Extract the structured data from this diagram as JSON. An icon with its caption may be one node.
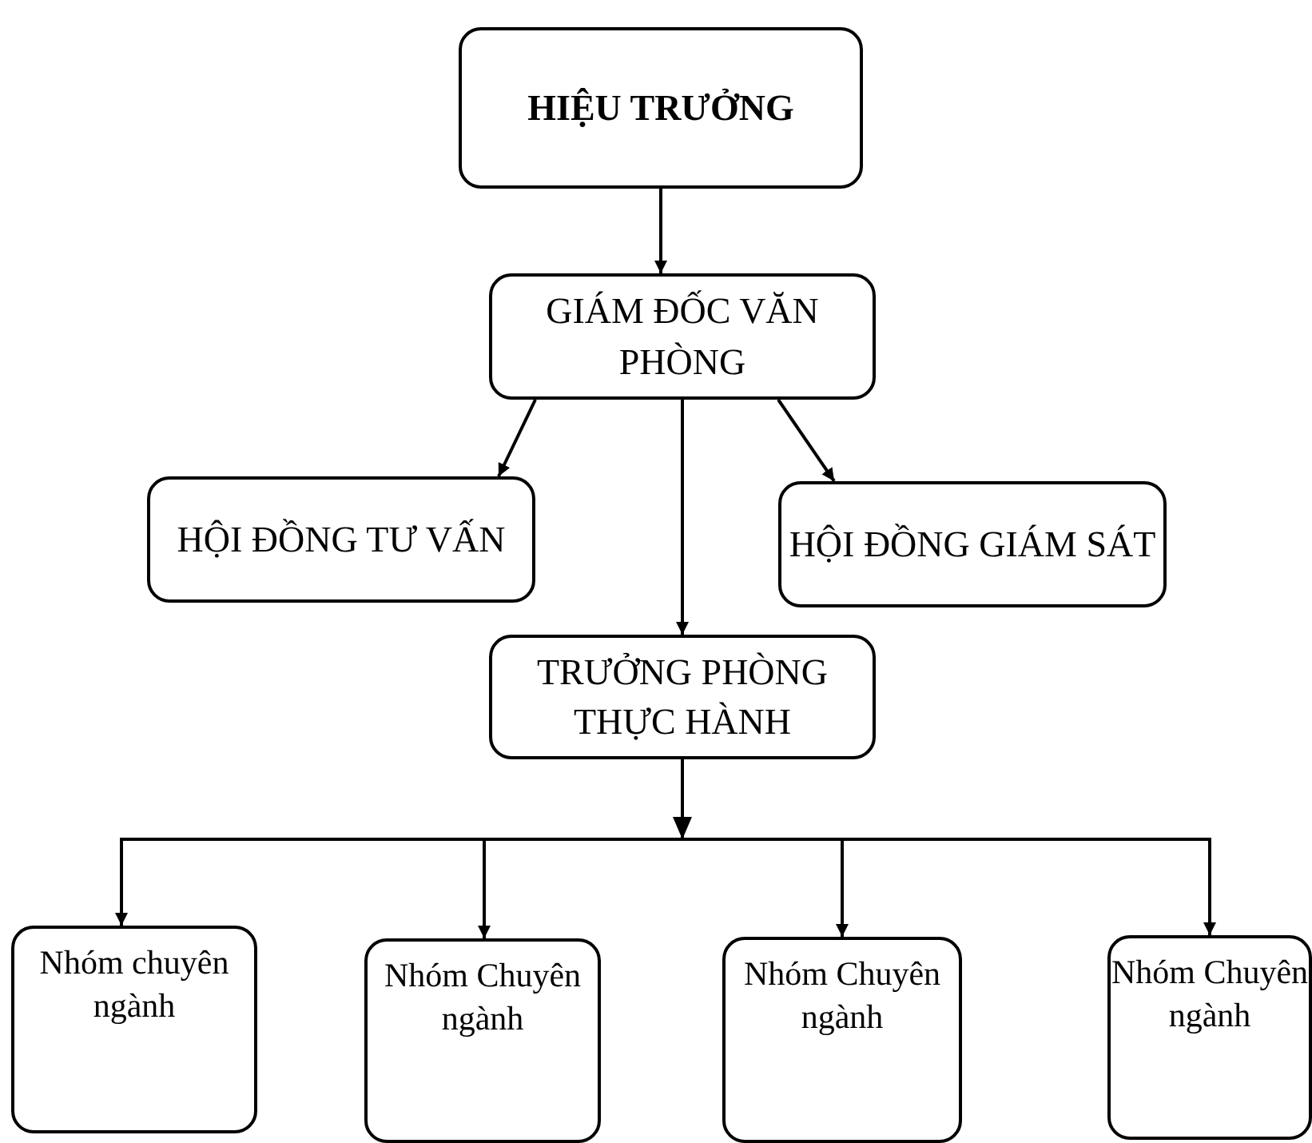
{
  "diagram": {
    "nodes": [
      {
        "text": [
          "HIỆU TRƯỞNG"
        ]
      },
      {
        "text": [
          "GIÁM ĐỐC VĂN PHÒNG"
        ]
      },
      {
        "text": [
          "HỘI ĐỒNG TƯ VẤN"
        ]
      },
      {
        "text": [
          "HỘI ĐỒNG GIÁM SÁT"
        ]
      },
      {
        "text": [
          "TRƯỞNG PHÒNG THỰC HÀNH"
        ]
      },
      {
        "text": [
          "Nhóm chuyên ngành"
        ]
      },
      {
        "text": [
          "Nhóm Chuyên ngành"
        ]
      },
      {
        "text": [
          "Nhóm Chuyên ngành"
        ]
      },
      {
        "text": [
          "Nhóm Chuyên ngành"
        ]
      }
    ],
    "edges": [
      {
        "from": 0,
        "to": 1,
        "arrow": "to"
      },
      {
        "from": 1,
        "to": 2,
        "arrow": "to"
      },
      {
        "from": 1,
        "to": 3,
        "arrow": "to"
      },
      {
        "from": 1,
        "to": 4,
        "arrow": "to"
      },
      {
        "from": 4,
        "to": 5,
        "arrow": "to"
      },
      {
        "from": 4,
        "to": 6,
        "arrow": "to"
      },
      {
        "from": 4,
        "to": 7,
        "arrow": "to"
      },
      {
        "from": 4,
        "to": 8,
        "arrow": "to"
      }
    ]
  }
}
